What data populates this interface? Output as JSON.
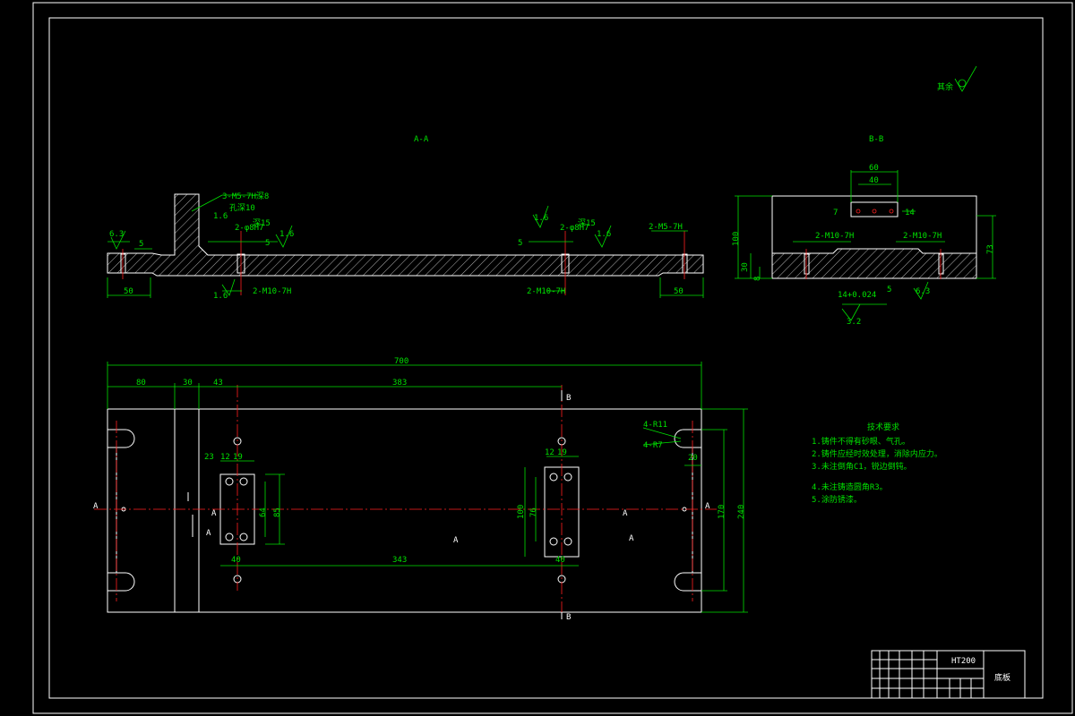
{
  "views": {
    "section_aa": "A-A",
    "section_bb": "B-B",
    "roughness_other": "其余"
  },
  "section_aa_labels": {
    "tap_top": "3-M5-7H深8",
    "tap_top_depth": "孔深10",
    "hole_left_top": "2-φ8H7",
    "hole_left_depth": "深15",
    "hole_right_top": "2-φ8H7",
    "hole_right_depth": "深15",
    "thread_right": "2-M5-7H",
    "thread_left_bottom": "2-M10-7H",
    "thread_mid_bottom": "2-M10-7H",
    "rough_63": "6.3",
    "rough_16a": "1.6",
    "rough_16b": "1.6",
    "rough_16c": "1.6",
    "rough_16d": "1.6",
    "rough_16e": "1.6",
    "dim_5a": "5",
    "dim_5b": "5",
    "dim_5c": "5",
    "dim_50a": "50",
    "dim_50b": "50"
  },
  "section_bb_labels": {
    "dim_60": "60",
    "dim_40": "40",
    "dim_7": "7",
    "dim_14": "14",
    "dim_100": "100",
    "dim_30": "30",
    "dim_8": "8",
    "dim_73": "73",
    "dim_5": "5",
    "thread_left": "2-M10-7H",
    "thread_right": "2-M10-7H",
    "dim_1424": "14+0.024",
    "rough_63": "6.3",
    "rough_32": "3.2"
  },
  "plan_dims": {
    "d700": "700",
    "d80": "80",
    "d30": "30",
    "d43": "43",
    "d383": "383",
    "d23": "23",
    "d12a": "12",
    "d19a": "19",
    "d12b": "12",
    "d19b": "19",
    "d64": "64",
    "d85": "85",
    "d40a": "40",
    "d343": "343",
    "d40b": "40",
    "d100": "100",
    "d76": "76",
    "d4r11": "4-R11",
    "d4r7": "4-R7",
    "d20": "20",
    "d170": "170",
    "d240": "240",
    "lblB_top": "B",
    "lblB_bot": "B",
    "lblA1": "A",
    "lblA2": "A",
    "lblA3": "A",
    "lblA4": "A",
    "lblA5": "A",
    "lblA6": "A",
    "lblA7": "A"
  },
  "notes": {
    "title": "技术要求",
    "items": [
      "1.铸件不得有砂眼、气孔。",
      "2.铸件应经时效处理，消除内应力。",
      "3.未注倒角C1，锐边倒钝。",
      "4.未注铸造圆角R3。",
      "5.涂防锈漆。"
    ]
  },
  "title_block": {
    "material": "HT200",
    "part_name": "底板"
  }
}
